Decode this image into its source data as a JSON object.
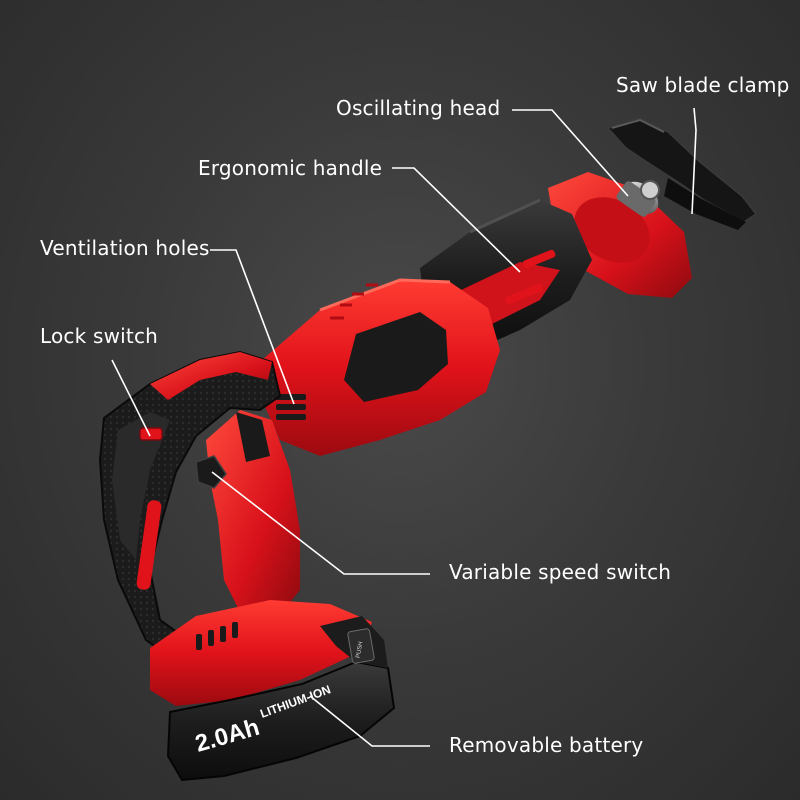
{
  "labels": {
    "oscillating_head": "Oscillating head",
    "saw_blade_clamp": "Saw blade clamp",
    "ergonomic_handle": "Ergonomic handle",
    "ventilation_holes": "Ventilation holes",
    "lock_switch": "Lock switch",
    "variable_speed_switch": "Variable speed switch",
    "removable_battery": "Removable battery"
  },
  "battery": {
    "capacity": "2.0Ah",
    "chemistry": "LITHIUM-ION",
    "button_text": "PUSH"
  },
  "colors": {
    "background": "#3a3a3a",
    "body_red": "#e0121a",
    "dark_red": "#9c0a10",
    "grip_black": "#1c1c1c",
    "blade_black": "#151515",
    "label_white": "#ffffff"
  }
}
